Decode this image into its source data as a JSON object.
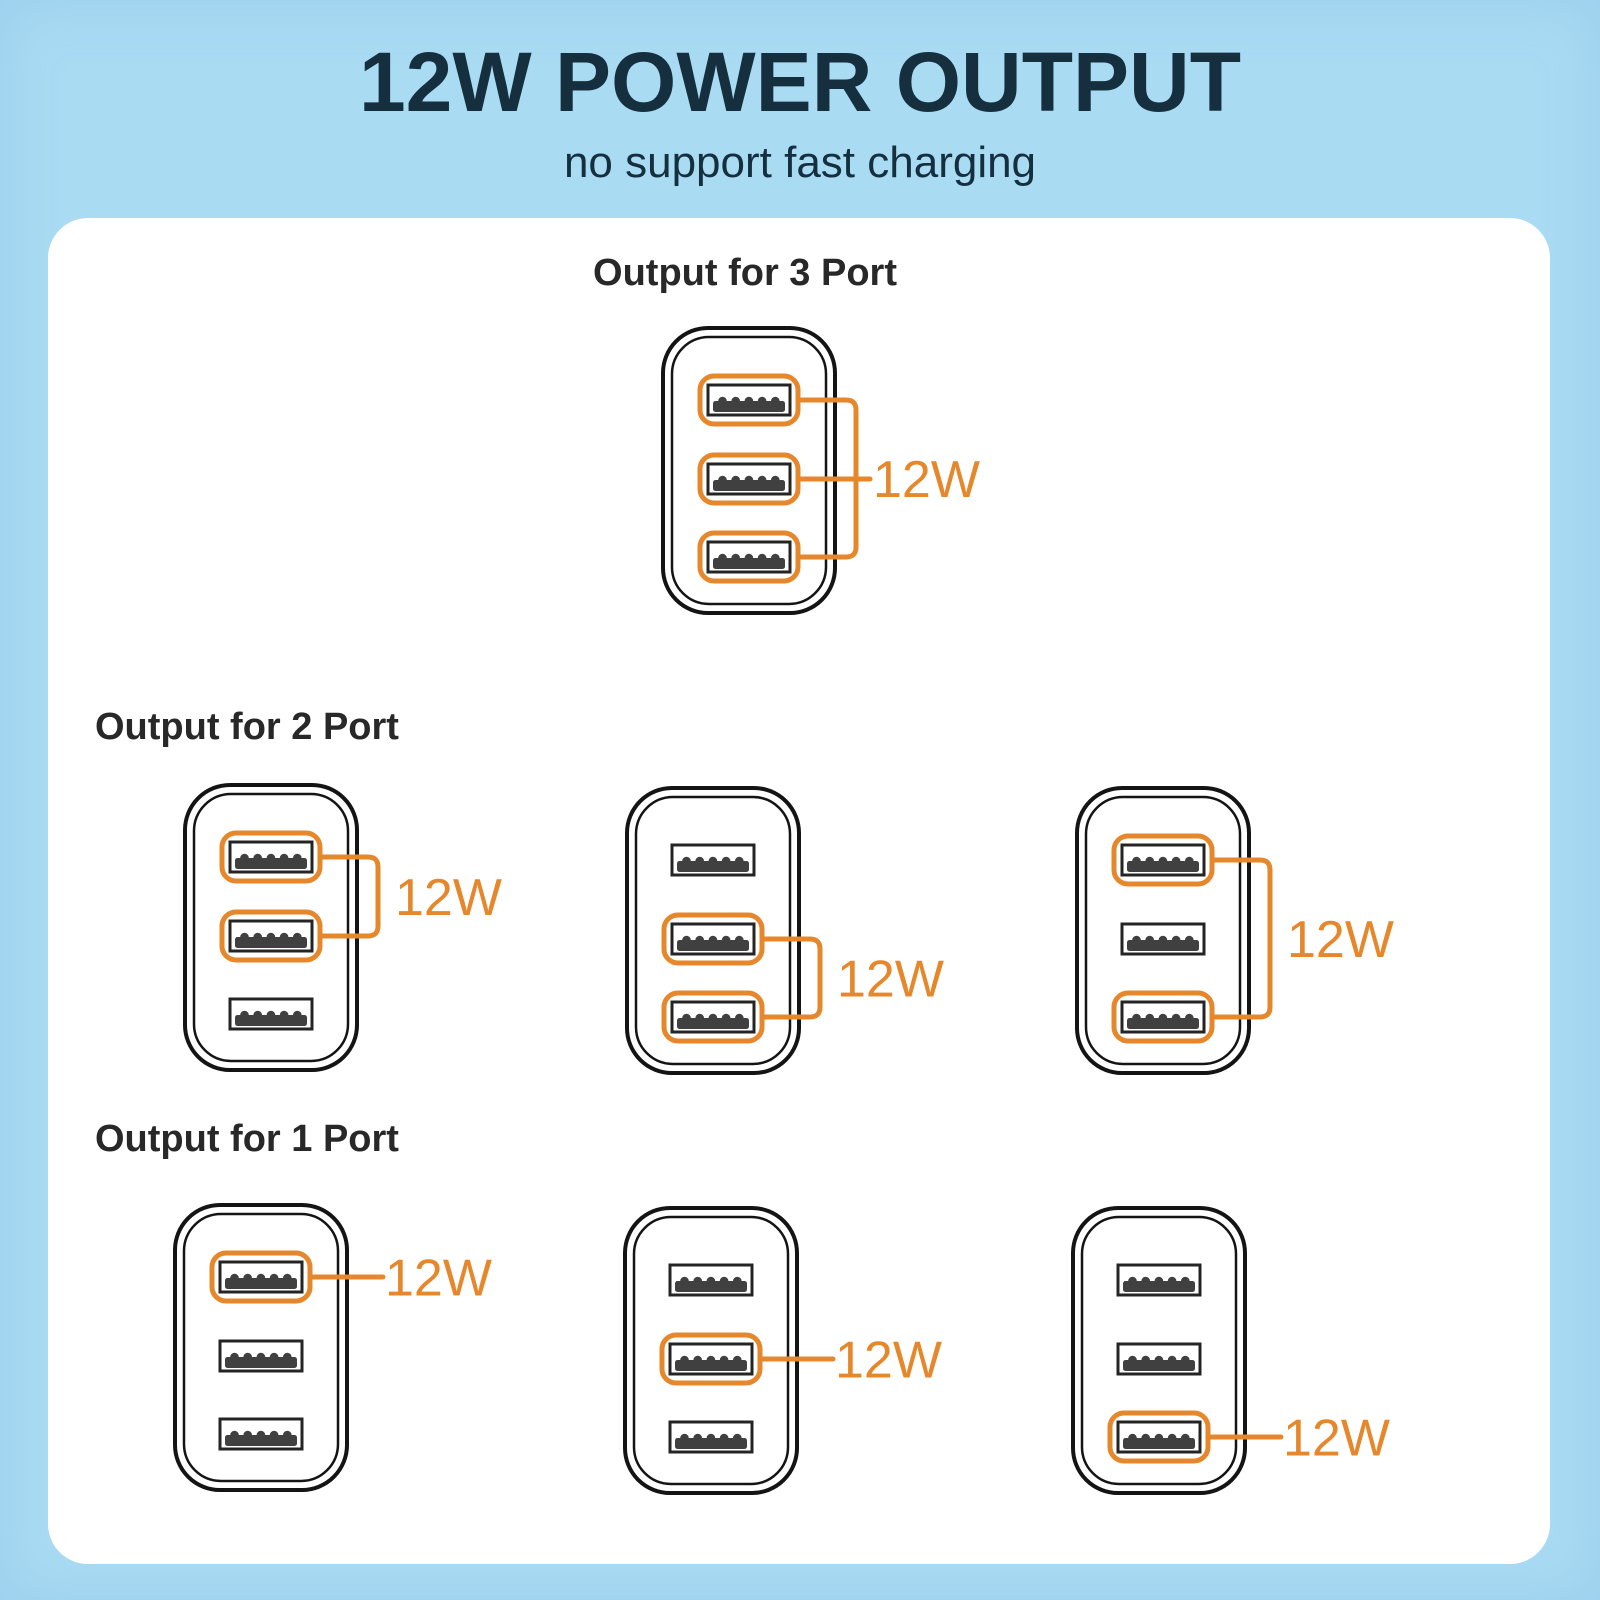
{
  "colors": {
    "background": "#a9dbf3",
    "card": "#ffffff",
    "title": "#152f3f",
    "heading": "#282828",
    "accent": "#e6872b",
    "outline": "#141414",
    "port_border": "#242424",
    "tongue": "#404040"
  },
  "header": {
    "title": "12W POWER OUTPUT",
    "subtitle": "no support fast charging"
  },
  "sections": [
    {
      "heading": "Output for 3 Port",
      "chargers": [
        {
          "name": "charger-3port-all-ports",
          "ports": 3,
          "highlighted_ports": [
            1,
            2,
            3
          ],
          "label": "12W"
        }
      ]
    },
    {
      "heading": "Output for 2 Port",
      "chargers": [
        {
          "name": "charger-2port-top-middle",
          "ports": 3,
          "highlighted_ports": [
            1,
            2
          ],
          "label": "12W"
        },
        {
          "name": "charger-2port-middle-bottom",
          "ports": 3,
          "highlighted_ports": [
            2,
            3
          ],
          "label": "12W"
        },
        {
          "name": "charger-2port-top-bottom",
          "ports": 3,
          "highlighted_ports": [
            1,
            3
          ],
          "label": "12W"
        }
      ]
    },
    {
      "heading": "Output for 1 Port",
      "chargers": [
        {
          "name": "charger-1port-top",
          "ports": 3,
          "highlighted_ports": [
            1
          ],
          "label": "12W"
        },
        {
          "name": "charger-1port-middle",
          "ports": 3,
          "highlighted_ports": [
            2
          ],
          "label": "12W"
        },
        {
          "name": "charger-1port-bottom",
          "ports": 3,
          "highlighted_ports": [
            3
          ],
          "label": "12W"
        }
      ]
    }
  ]
}
